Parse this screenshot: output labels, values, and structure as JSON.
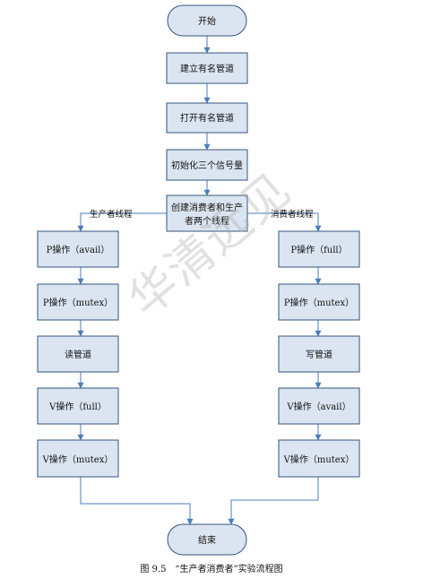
{
  "nodes": {
    "start": "开始",
    "create_pipe": "建立有名管道",
    "open_pipe": "打开有名管道",
    "init_sem": "初始化三个信号量",
    "create_threads_line1": "创建消费者和生产",
    "create_threads_line2": "者两个线程",
    "p_left_1": "P操作（avail）",
    "p_left_2": "P操作（mutex）",
    "read_pipe": "读管道",
    "v_left_1": "V操作（full）",
    "v_left_2": "V操作（mutex）",
    "p_right_1": "P操作（full）",
    "p_right_2": "P操作（mutex）",
    "write_pipe": "写管道",
    "v_right_1": "V操作（avail）",
    "v_right_2": "V操作（mutex）",
    "end": "结束"
  },
  "branches": {
    "producer": "生产者线程",
    "consumer": "消费者线程"
  },
  "watermark": "华清远见",
  "caption": "图 9.5　“生产者消费者”实验流程图",
  "colors": {
    "box_fill": "#dbe5f1",
    "box_stroke": "#35557e",
    "connector": "#4a7ebb"
  }
}
